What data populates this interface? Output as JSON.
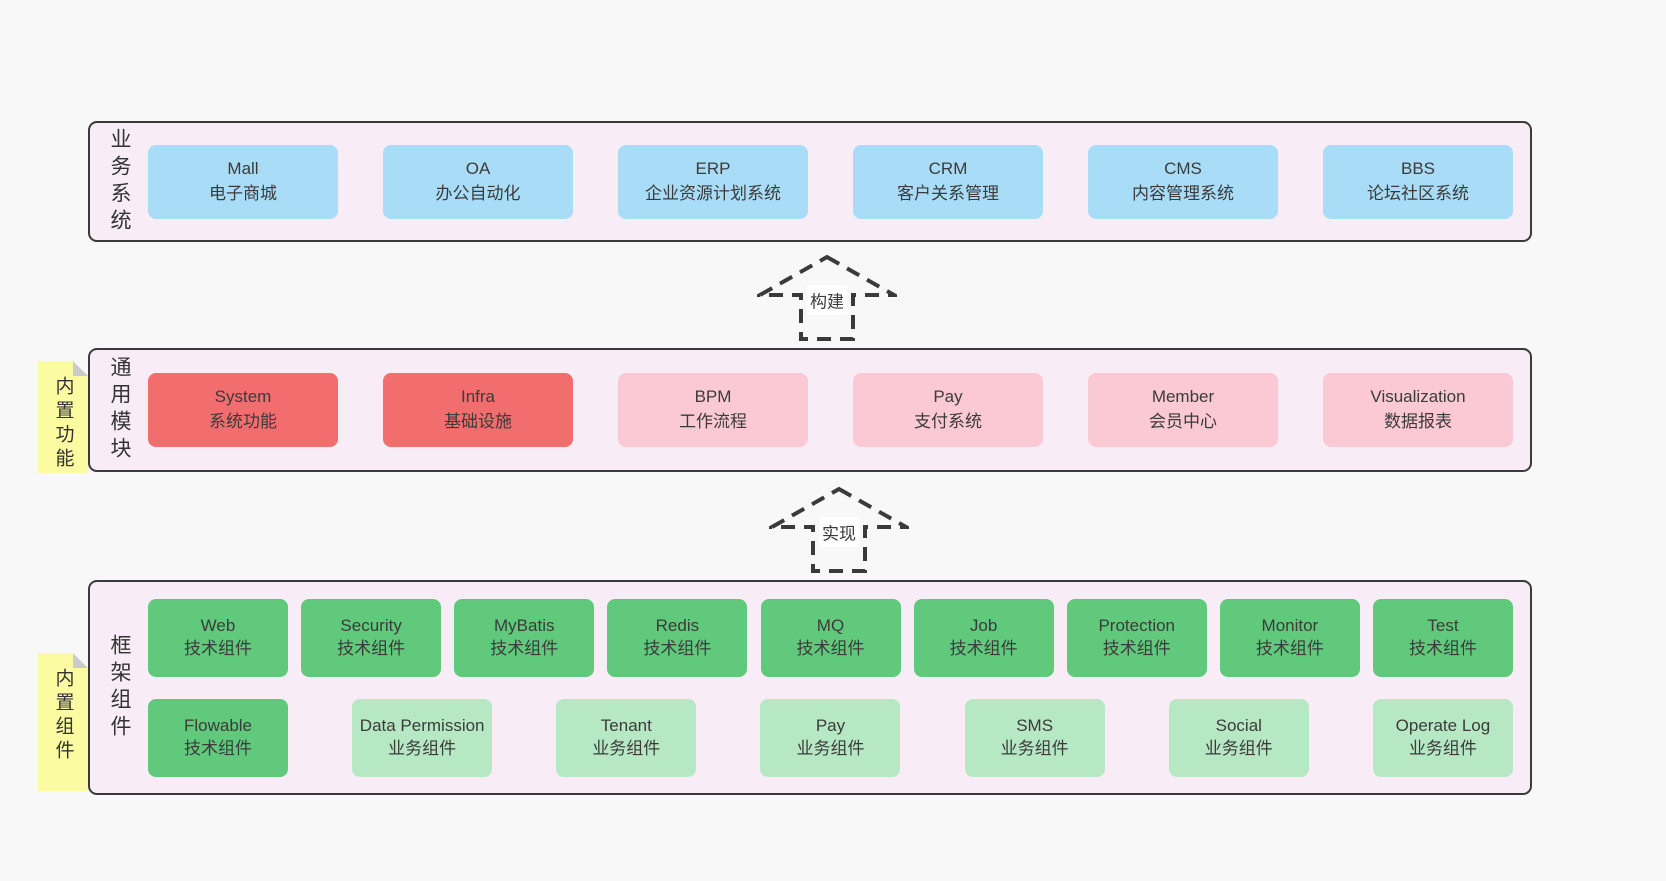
{
  "colors": {
    "page_background": "#f8f8f8",
    "band_background": "#f8edf6",
    "band_border": "#3a3a3a",
    "blue_node": "#a9dcf6",
    "red_node": "#f26d6d",
    "pink_node": "#fbc9d3",
    "green_node": "#61c97c",
    "lightgreen_node": "#b7e8c4",
    "tab_yellow": "#fbfba1",
    "tab_fold": "#cbcbcb",
    "text": "#3b3b3b"
  },
  "arrows": [
    {
      "label": "构建"
    },
    {
      "label": "实现"
    }
  ],
  "bands": [
    {
      "label": "业务系统",
      "boxes": [
        {
          "title": "Mall",
          "subtitle": "电子商城",
          "variant": "blue"
        },
        {
          "title": "OA",
          "subtitle": "办公自动化",
          "variant": "blue"
        },
        {
          "title": "ERP",
          "subtitle": "企业资源计划系统",
          "variant": "blue"
        },
        {
          "title": "CRM",
          "subtitle": "客户关系管理",
          "variant": "blue"
        },
        {
          "title": "CMS",
          "subtitle": "内容管理系统",
          "variant": "blue"
        },
        {
          "title": "BBS",
          "subtitle": "论坛社区系统",
          "variant": "blue"
        }
      ]
    },
    {
      "label": "通用模块",
      "tab": "内置功能",
      "boxes": [
        {
          "title": "System",
          "subtitle": "系统功能",
          "variant": "red"
        },
        {
          "title": "Infra",
          "subtitle": "基础设施",
          "variant": "red"
        },
        {
          "title": "BPM",
          "subtitle": "工作流程",
          "variant": "pink"
        },
        {
          "title": "Pay",
          "subtitle": "支付系统",
          "variant": "pink"
        },
        {
          "title": "Member",
          "subtitle": "会员中心",
          "variant": "pink"
        },
        {
          "title": "Visualization",
          "subtitle": "数据报表",
          "variant": "pink"
        }
      ]
    },
    {
      "label": "框架组件",
      "tab": "内置组件",
      "boxes": [
        {
          "title": "Web",
          "subtitle": "技术组件",
          "variant": "green"
        },
        {
          "title": "Security",
          "subtitle": "技术组件",
          "variant": "green"
        },
        {
          "title": "MyBatis",
          "subtitle": "技术组件",
          "variant": "green"
        },
        {
          "title": "Redis",
          "subtitle": "技术组件",
          "variant": "green"
        },
        {
          "title": "MQ",
          "subtitle": "技术组件",
          "variant": "green"
        },
        {
          "title": "Job",
          "subtitle": "技术组件",
          "variant": "green"
        },
        {
          "title": "Protection",
          "subtitle": "技术组件",
          "variant": "green"
        },
        {
          "title": "Monitor",
          "subtitle": "技术组件",
          "variant": "green"
        },
        {
          "title": "Test",
          "subtitle": "技术组件",
          "variant": "green"
        },
        {
          "title": "Flowable",
          "subtitle": "技术组件",
          "variant": "green"
        },
        {
          "title": "Data Permission",
          "subtitle": "业务组件",
          "variant": "lightgreen"
        },
        {
          "title": "Tenant",
          "subtitle": "业务组件",
          "variant": "lightgreen"
        },
        {
          "title": "Pay",
          "subtitle": "业务组件",
          "variant": "lightgreen"
        },
        {
          "title": "SMS",
          "subtitle": "业务组件",
          "variant": "lightgreen"
        },
        {
          "title": "Social",
          "subtitle": "业务组件",
          "variant": "lightgreen"
        },
        {
          "title": "Operate Log",
          "subtitle": "业务组件",
          "variant": "lightgreen"
        }
      ]
    }
  ]
}
